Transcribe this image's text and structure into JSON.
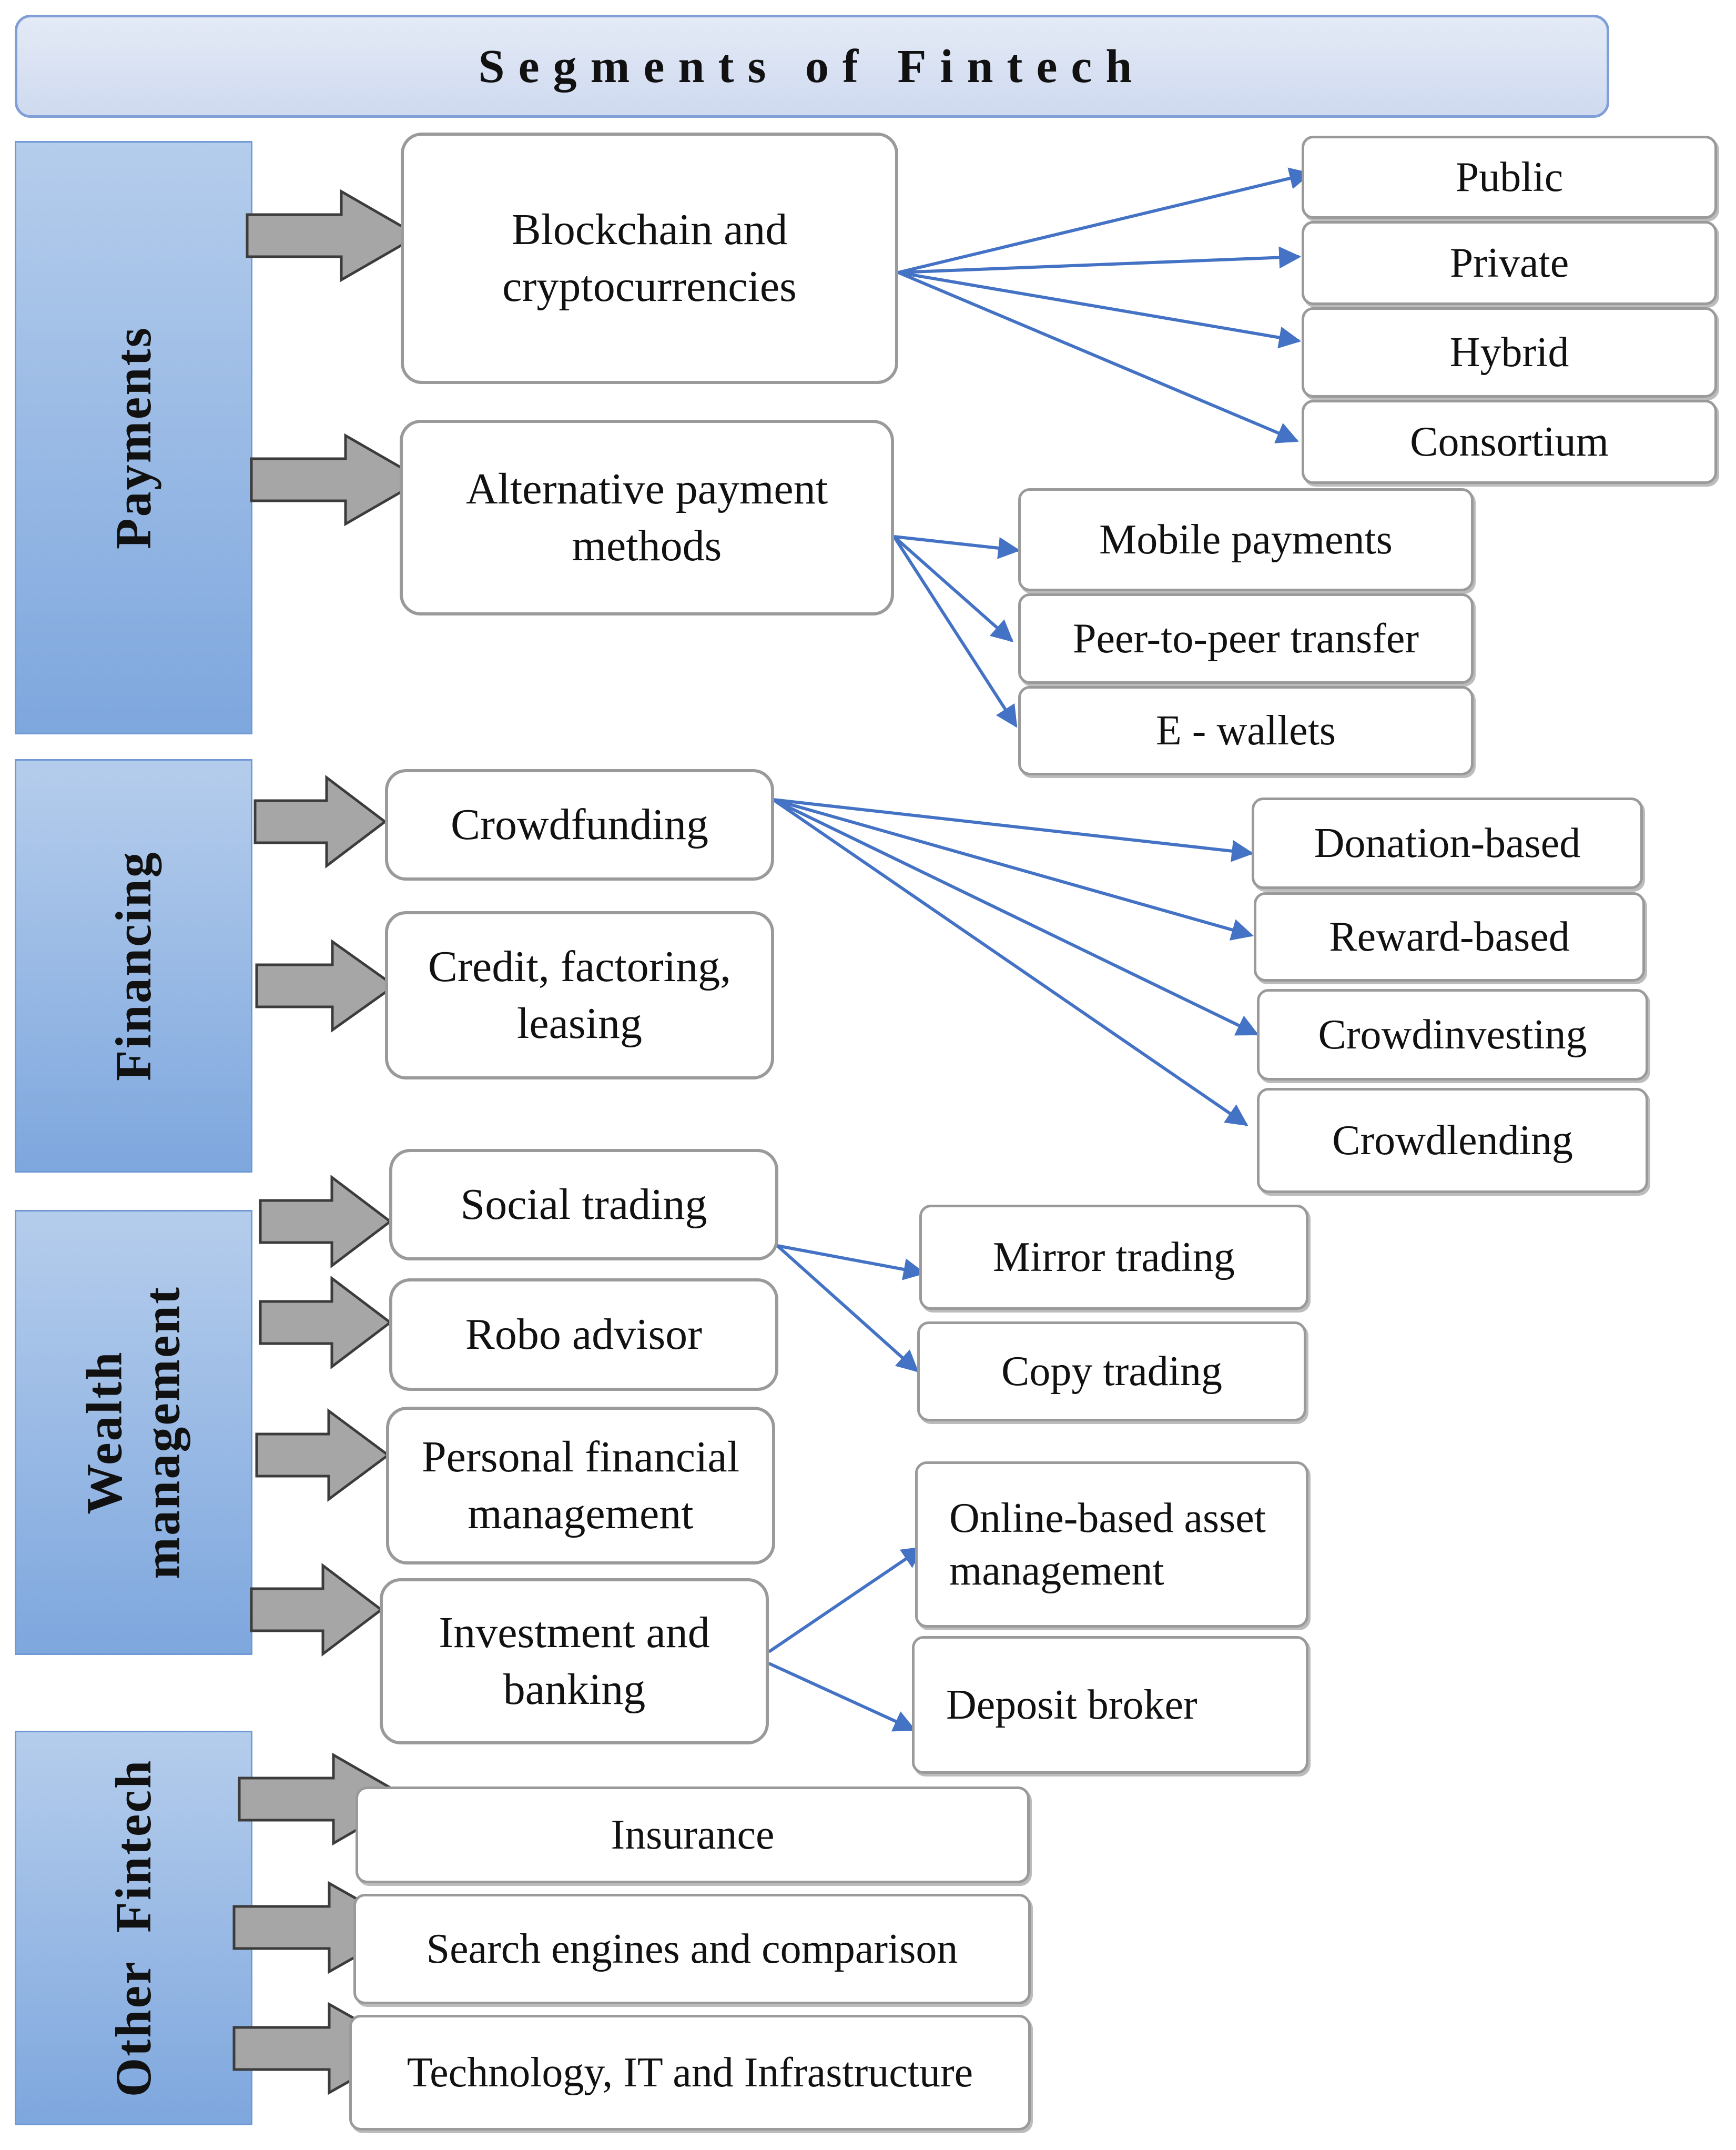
{
  "title": "Segments of Fintech",
  "segments": {
    "payments": "Payments",
    "financing": "Financing",
    "wealth_line1": "Wealth",
    "wealth_line2": "management",
    "other": "Other  Fintech"
  },
  "payments": {
    "blockchain_l1": "Blockchain and",
    "blockchain_l2": "cryptocurrencies",
    "blockchain_types": [
      "Public",
      "Private",
      "Hybrid",
      "Consortium"
    ],
    "altpay_l1": "Alternative payment",
    "altpay_l2": "methods",
    "altpay_types": [
      "Mobile payments",
      "Peer-to-peer transfer",
      "E - wallets"
    ]
  },
  "financing": {
    "crowdfunding": "Crowdfunding",
    "crowdfunding_types": [
      "Donation-based",
      "Reward-based",
      "Crowdinvesting",
      "Crowdlending"
    ],
    "credit_l1": "Credit, factoring,",
    "credit_l2": "leasing"
  },
  "wealth": {
    "social_trading": "Social trading",
    "social_types": [
      "Mirror trading",
      "Copy trading"
    ],
    "robo": "Robo advisor",
    "pfm_l1": "Personal financial",
    "pfm_l2": "management",
    "invest_l1": "Investment and",
    "invest_l2": "banking",
    "invest_types_l1": "Online-based asset",
    "invest_types_l2": "management",
    "deposit_broker": "Deposit broker"
  },
  "other": {
    "items": [
      "Insurance",
      "Search engines and comparison",
      "Technology, IT and Infrastructure"
    ]
  },
  "colors": {
    "connector": "#4472c4",
    "block_arrow_fill": "#a6a6a6",
    "side_panel": "#8fb2e3",
    "title_panel": "#d6e0f3"
  }
}
